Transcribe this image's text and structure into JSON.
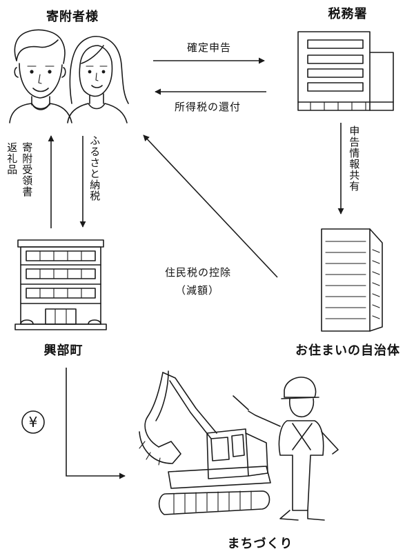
{
  "nodes": {
    "donor": "寄附者様",
    "tax_office": "税務署",
    "town": "興部町",
    "residence_municipality": "お住まいの自治体",
    "community": "まちづくり"
  },
  "flows": {
    "tax_return": "確定申告",
    "income_tax_refund": "所得税の還付",
    "return_info_share": "申告情報共有",
    "furusato_tax": "ふるさと納税",
    "receipt_and_gifts_line1": "寄附受領書",
    "receipt_and_gifts_line2": "返礼品",
    "resident_tax_deduction_line1": "住民税の控除",
    "resident_tax_deduction_line2": "（減額）"
  },
  "icons": {
    "donors": "people-icon",
    "tax_office": "tax-office-building-icon",
    "town": "town-hall-building-icon",
    "municipality": "municipality-building-icon",
    "yen": "yen-coin-icon",
    "construction": "construction-site-illustration"
  },
  "yen_symbol": "¥"
}
